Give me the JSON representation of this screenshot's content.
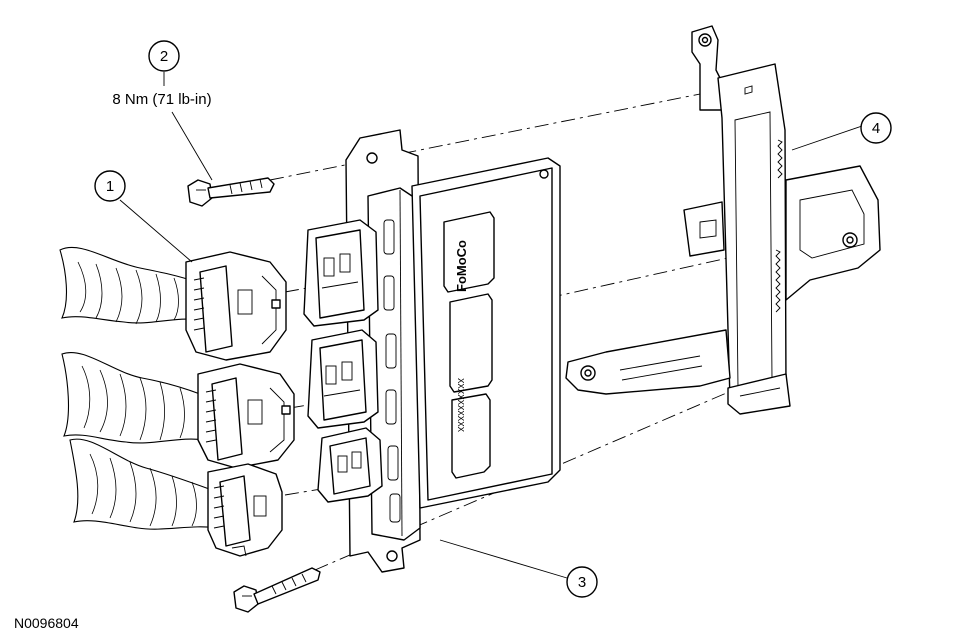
{
  "figure": {
    "id": "N0096804",
    "torque_spec": "8 Nm (71 lb-in)",
    "brand_marking": "FoMoCo",
    "serial_marking": "XXXXXXXXXX",
    "callouts": [
      {
        "number": "1"
      },
      {
        "number": "2"
      },
      {
        "number": "3"
      },
      {
        "number": "4"
      }
    ]
  }
}
